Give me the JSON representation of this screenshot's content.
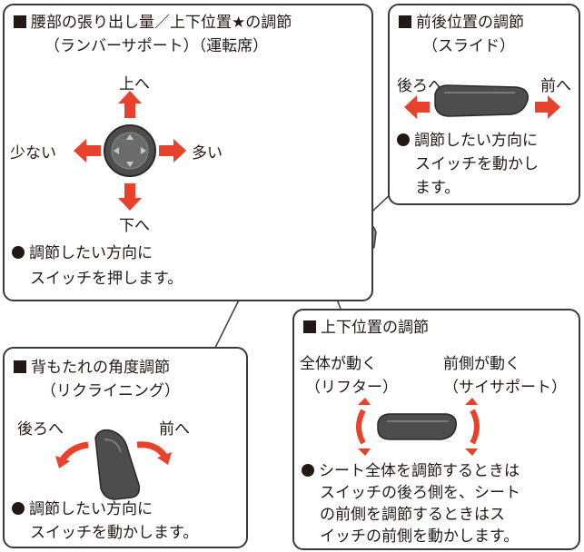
{
  "lumbar": {
    "title": "腰部の張り出し量／上下位置★の調節",
    "subtitle": "（ランバーサポート）（運転席）",
    "up": "上へ",
    "down": "下へ",
    "less": "少ない",
    "more": "多い",
    "note_line1": "調節したい方向に",
    "note_line2": "スイッチを押します。"
  },
  "slide": {
    "title": "前後位置の調節",
    "subtitle": "（スライド）",
    "back": "後ろへ",
    "front": "前へ",
    "note_line1": "調節したい方向に",
    "note_line2": "スイッチを動かし",
    "note_line3": "ます。"
  },
  "recline": {
    "title": "背もたれの角度調節",
    "subtitle": "（リクライニング）",
    "back": "後ろへ",
    "front": "前へ",
    "note_line1": "調節したい方向に",
    "note_line2": "スイッチを動かします。"
  },
  "height": {
    "title": "上下位置の調節",
    "whole_label": "全体が動く",
    "whole_sub": "（リフター）",
    "front_label": "前側が動く",
    "front_sub": "（サイサポート）",
    "note_line1": "シート全体を調節するときは",
    "note_line2": "スイッチの後ろ側を、シート",
    "note_line3": "の前側を調節するときはス",
    "note_line4": "イッチの前側を動かします。"
  },
  "colors": {
    "arrow": "#e8412c",
    "switch": "#4d4d4d",
    "seat": "#8e9aa6",
    "border": "#3a3a3a"
  }
}
